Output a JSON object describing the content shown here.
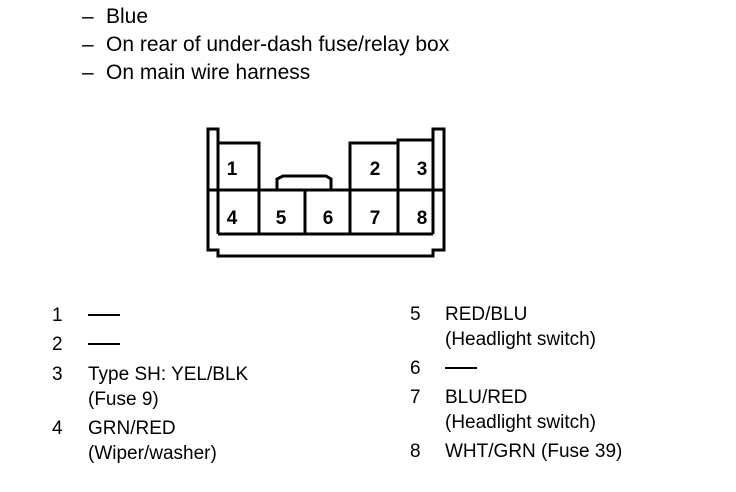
{
  "header_lines": [
    {
      "dash": "–",
      "text": "Blue"
    },
    {
      "dash": "–",
      "text": "On rear of under-dash fuse/relay box"
    },
    {
      "dash": "–",
      "text": "On main wire harness"
    }
  ],
  "connector": {
    "cavities": [
      "1",
      "2",
      "3",
      "4",
      "5",
      "6",
      "7",
      "8"
    ]
  },
  "pins": [
    {
      "num": "1",
      "lines": []
    },
    {
      "num": "2",
      "lines": []
    },
    {
      "num": "3",
      "lines": [
        "Type SH: YEL/BLK",
        "(Fuse 9)"
      ]
    },
    {
      "num": "4",
      "lines": [
        "GRN/RED",
        "(Wiper/washer)"
      ]
    },
    {
      "num": "5",
      "lines": [
        "RED/BLU",
        "(Headlight switch)"
      ]
    },
    {
      "num": "6",
      "lines": []
    },
    {
      "num": "7",
      "lines": [
        "BLU/RED",
        "(Headlight switch)"
      ]
    },
    {
      "num": "8",
      "lines": [
        "WHT/GRN (Fuse 39)"
      ]
    }
  ]
}
